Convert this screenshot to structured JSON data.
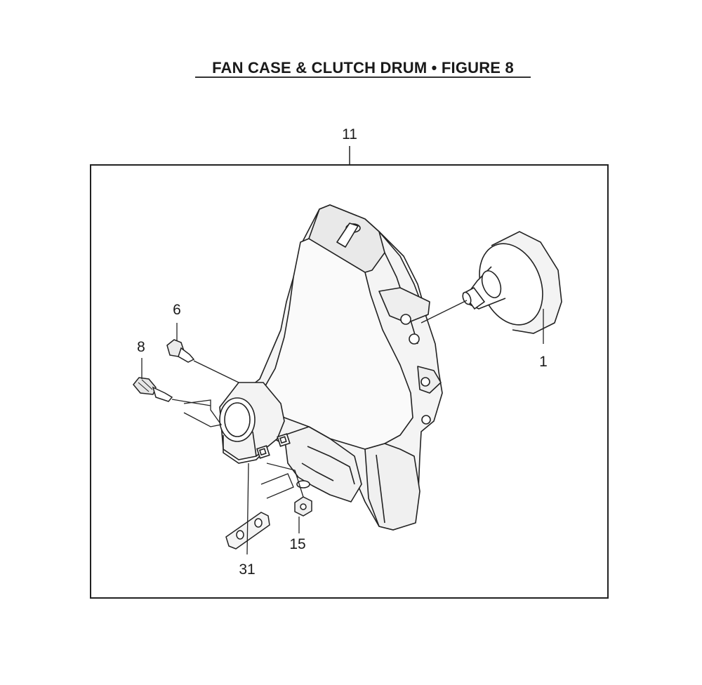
{
  "title": "FAN CASE & CLUTCH DRUM  •  FIGURE 8",
  "callouts": [
    {
      "id": "11"
    },
    {
      "id": "6"
    },
    {
      "id": "8"
    },
    {
      "id": "1"
    },
    {
      "id": "15"
    },
    {
      "id": "31"
    }
  ]
}
